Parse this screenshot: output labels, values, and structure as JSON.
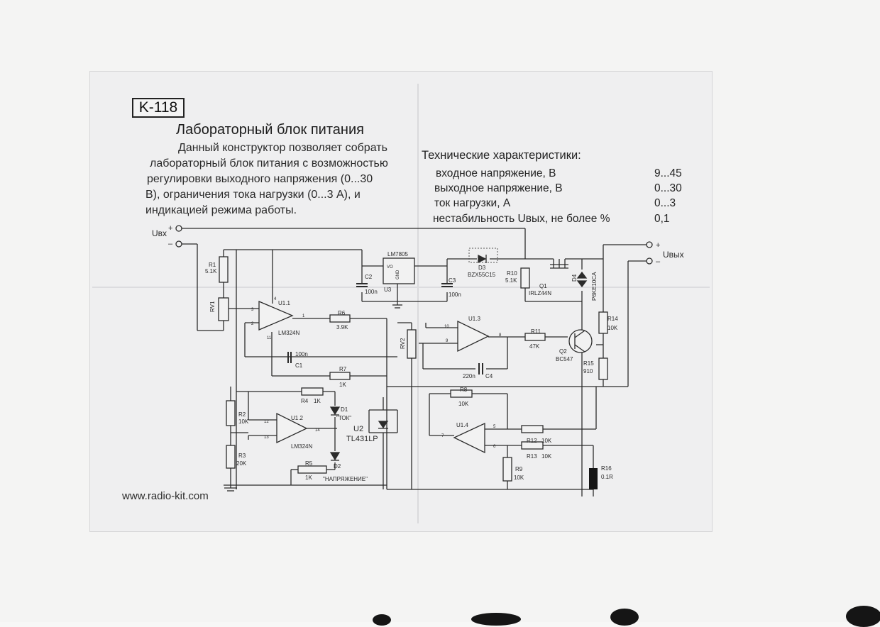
{
  "badge": "K-118",
  "title": "Лабораторный блок питания",
  "intro_lines": [
    "Данный конструктор позволяет собрать",
    "лабораторный блок питания с возможностью",
    "регулировки выходного напряжения (0...30",
    "В), ограничения тока нагрузки (0...3 А), и",
    "индикацией режима работы."
  ],
  "specs": {
    "heading": "Технические характеристики:",
    "rows": [
      {
        "label": "входное напряжение, В",
        "value": "9...45"
      },
      {
        "label": "выходное напряжение, В",
        "value": "0...30"
      },
      {
        "label": "ток нагрузки, А",
        "value": "0...3"
      },
      {
        "label": "нестабильность Uвых, не более %",
        "value": "0,1"
      }
    ]
  },
  "schematic": {
    "input_label": "Uвх",
    "output_label": "Uвых",
    "plus": "+",
    "minus": "–",
    "components": {
      "r1": {
        "ref": "R1",
        "val": "5.1K"
      },
      "rv1": {
        "ref": "RV1"
      },
      "c2": {
        "ref": "C2",
        "val": "100n"
      },
      "u3": {
        "ref": "U3",
        "part": "LM7805",
        "pin_vo": "VO",
        "pin_gnd": "GND"
      },
      "c3": {
        "ref": "C3",
        "val": "100n"
      },
      "d3": {
        "ref": "D3",
        "part": "BZX55C15"
      },
      "r10": {
        "ref": "R10",
        "val": "5.1K"
      },
      "q1": {
        "ref": "Q1",
        "part": "IRLZ44N"
      },
      "d4": {
        "ref": "D4",
        "part": "P6KE10CA"
      },
      "u11": {
        "ref": "U1.1",
        "part": "LM324N"
      },
      "r6": {
        "ref": "R6",
        "val": "3.9K"
      },
      "rv2": {
        "ref": "RV2"
      },
      "u13": {
        "ref": "U1.3"
      },
      "r11": {
        "ref": "R11",
        "val": "47K"
      },
      "q2": {
        "ref": "Q2",
        "part": "BC547"
      },
      "r14": {
        "ref": "R14",
        "val": "10K"
      },
      "r15": {
        "ref": "R15",
        "val": "910"
      },
      "c1": {
        "ref": "C1",
        "val": "100n"
      },
      "c4": {
        "ref": "C4",
        "val": "220n"
      },
      "r7": {
        "ref": "R7",
        "val": "1K"
      },
      "r4": {
        "ref": "R4",
        "val": "1K"
      },
      "d1": {
        "ref": "D1",
        "label": "\"ТОК\""
      },
      "r2": {
        "ref": "R2",
        "val": "10K"
      },
      "u12": {
        "ref": "U1.2",
        "part": "LM324N"
      },
      "u2": {
        "ref": "U2",
        "part": "TL431LP"
      },
      "r8": {
        "ref": "R8",
        "val": "10K"
      },
      "u14": {
        "ref": "U1.4"
      },
      "r12": {
        "ref": "R12",
        "val": "10K"
      },
      "r13": {
        "ref": "R13",
        "val": "10K"
      },
      "r3": {
        "ref": "R3",
        "val": "20K"
      },
      "d2": {
        "ref": "D2",
        "label": "\"НАПРЯЖЕНИЕ\""
      },
      "r5": {
        "ref": "R5",
        "val": "1K"
      },
      "r9": {
        "ref": "R9",
        "val": "10K"
      },
      "r16": {
        "ref": "R16",
        "val": "0.1R"
      }
    },
    "pins": {
      "u11_in_p": "3",
      "u11_in_n": "2",
      "u11_out": "1",
      "u11_v": "4",
      "u11_g": "11",
      "u13_in_p": "10",
      "u13_in_n": "9",
      "u13_out": "8",
      "u12_in_p": "12",
      "u12_in_n": "13",
      "u12_out": "14",
      "u14_in_p": "5",
      "u14_in_n": "6",
      "u14_out": "7"
    }
  },
  "website": "www.radio-kit.com",
  "colors": {
    "paper": "#efeff0",
    "ink": "#2a2a2a"
  }
}
